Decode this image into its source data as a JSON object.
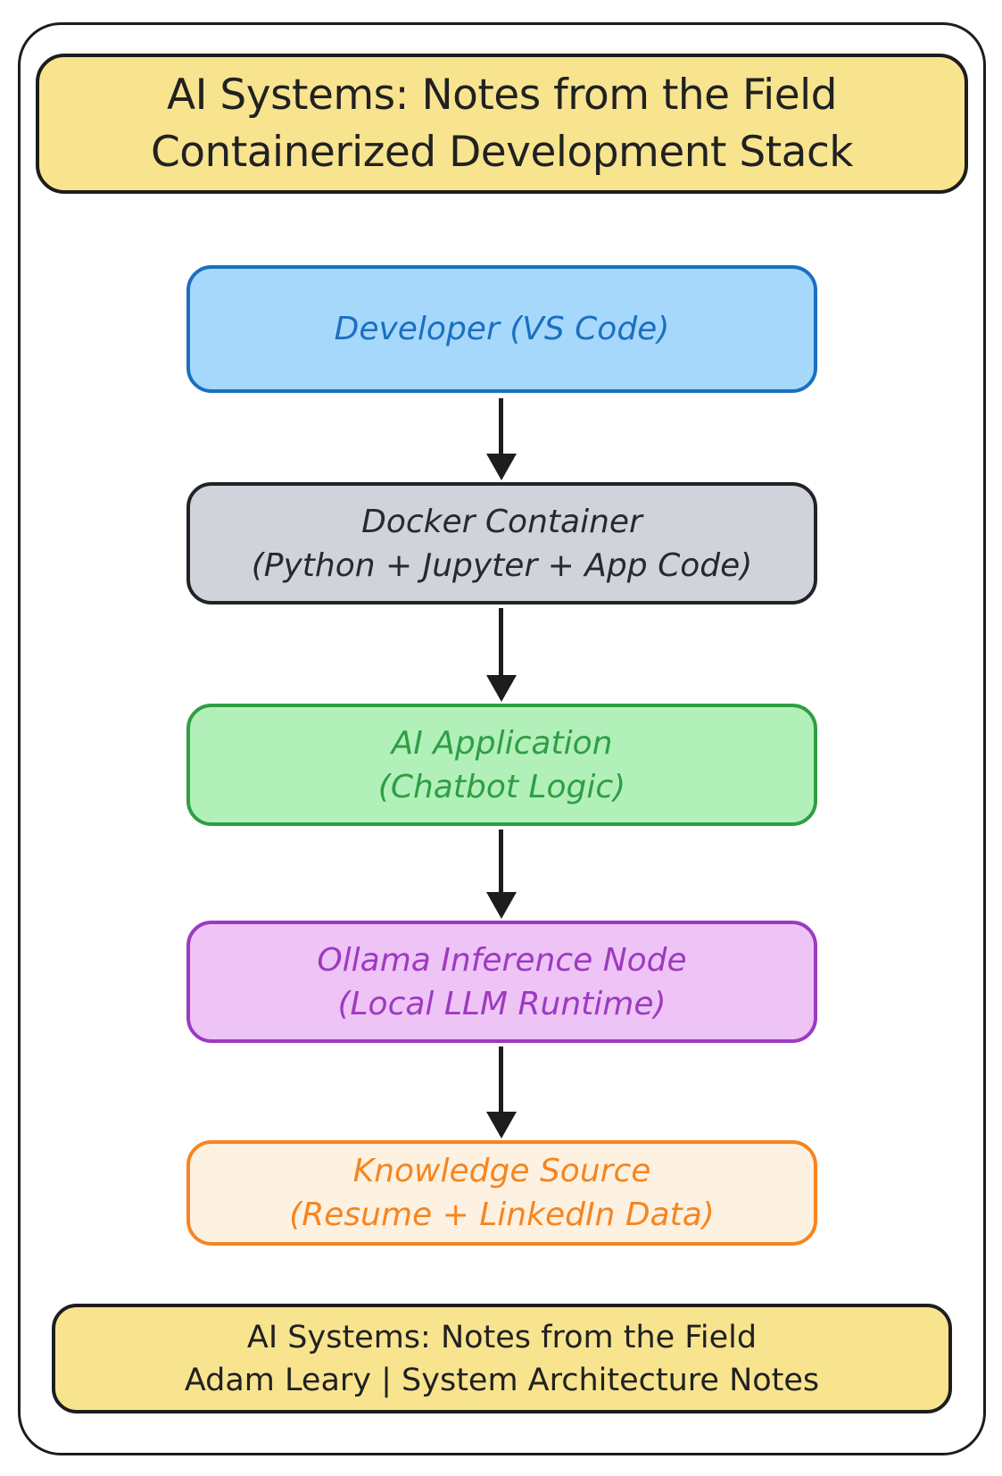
{
  "header": {
    "line1": "AI Systems: Notes from the Field",
    "line2": "Containerized Development Stack"
  },
  "footer": {
    "line1": "AI Systems: Notes from the Field",
    "line2": "Adam Leary | System Architecture Notes"
  },
  "diagram": {
    "type": "flowchart",
    "direction": "top-down",
    "edges": [
      [
        "developer",
        "docker-container"
      ],
      [
        "docker-container",
        "ai-application"
      ],
      [
        "ai-application",
        "ollama-inference-node"
      ],
      [
        "ollama-inference-node",
        "knowledge-source"
      ]
    ]
  },
  "nodes": [
    {
      "id": "developer",
      "lines": [
        "Developer (VS Code)"
      ],
      "fill": "#a6d8fc",
      "border": "#1b6fc0",
      "text_color": "#1b6fc0"
    },
    {
      "id": "docker-container",
      "lines": [
        "Docker Container",
        "(Python + Jupyter + App Code)"
      ],
      "fill": "#d0d4da",
      "border": "#212427",
      "text_color": "#26292d"
    },
    {
      "id": "ai-application",
      "lines": [
        "AI Application",
        "(Chatbot Logic)"
      ],
      "fill": "#b2f0ba",
      "border": "#2f9e44",
      "text_color": "#2f9e44"
    },
    {
      "id": "ollama-inference-node",
      "lines": [
        "Ollama Inference Node",
        "(Local LLM Runtime)"
      ],
      "fill": "#eec3f6",
      "border": "#9d3ac0",
      "text_color": "#9d3ac0"
    },
    {
      "id": "knowledge-source",
      "lines": [
        "Knowledge Source",
        "(Resume + LinkedIn Data)"
      ],
      "fill": "#fdf1e2",
      "border": "#f6851f",
      "text_color": "#f6851f"
    }
  ],
  "colors": {
    "background": "#ffffff",
    "frame_border": "#1d1d1d",
    "banner_fill": "#f8e48f",
    "banner_border": "#1d1d1d",
    "banner_text": "#212121",
    "arrow": "#1d1d1d"
  }
}
